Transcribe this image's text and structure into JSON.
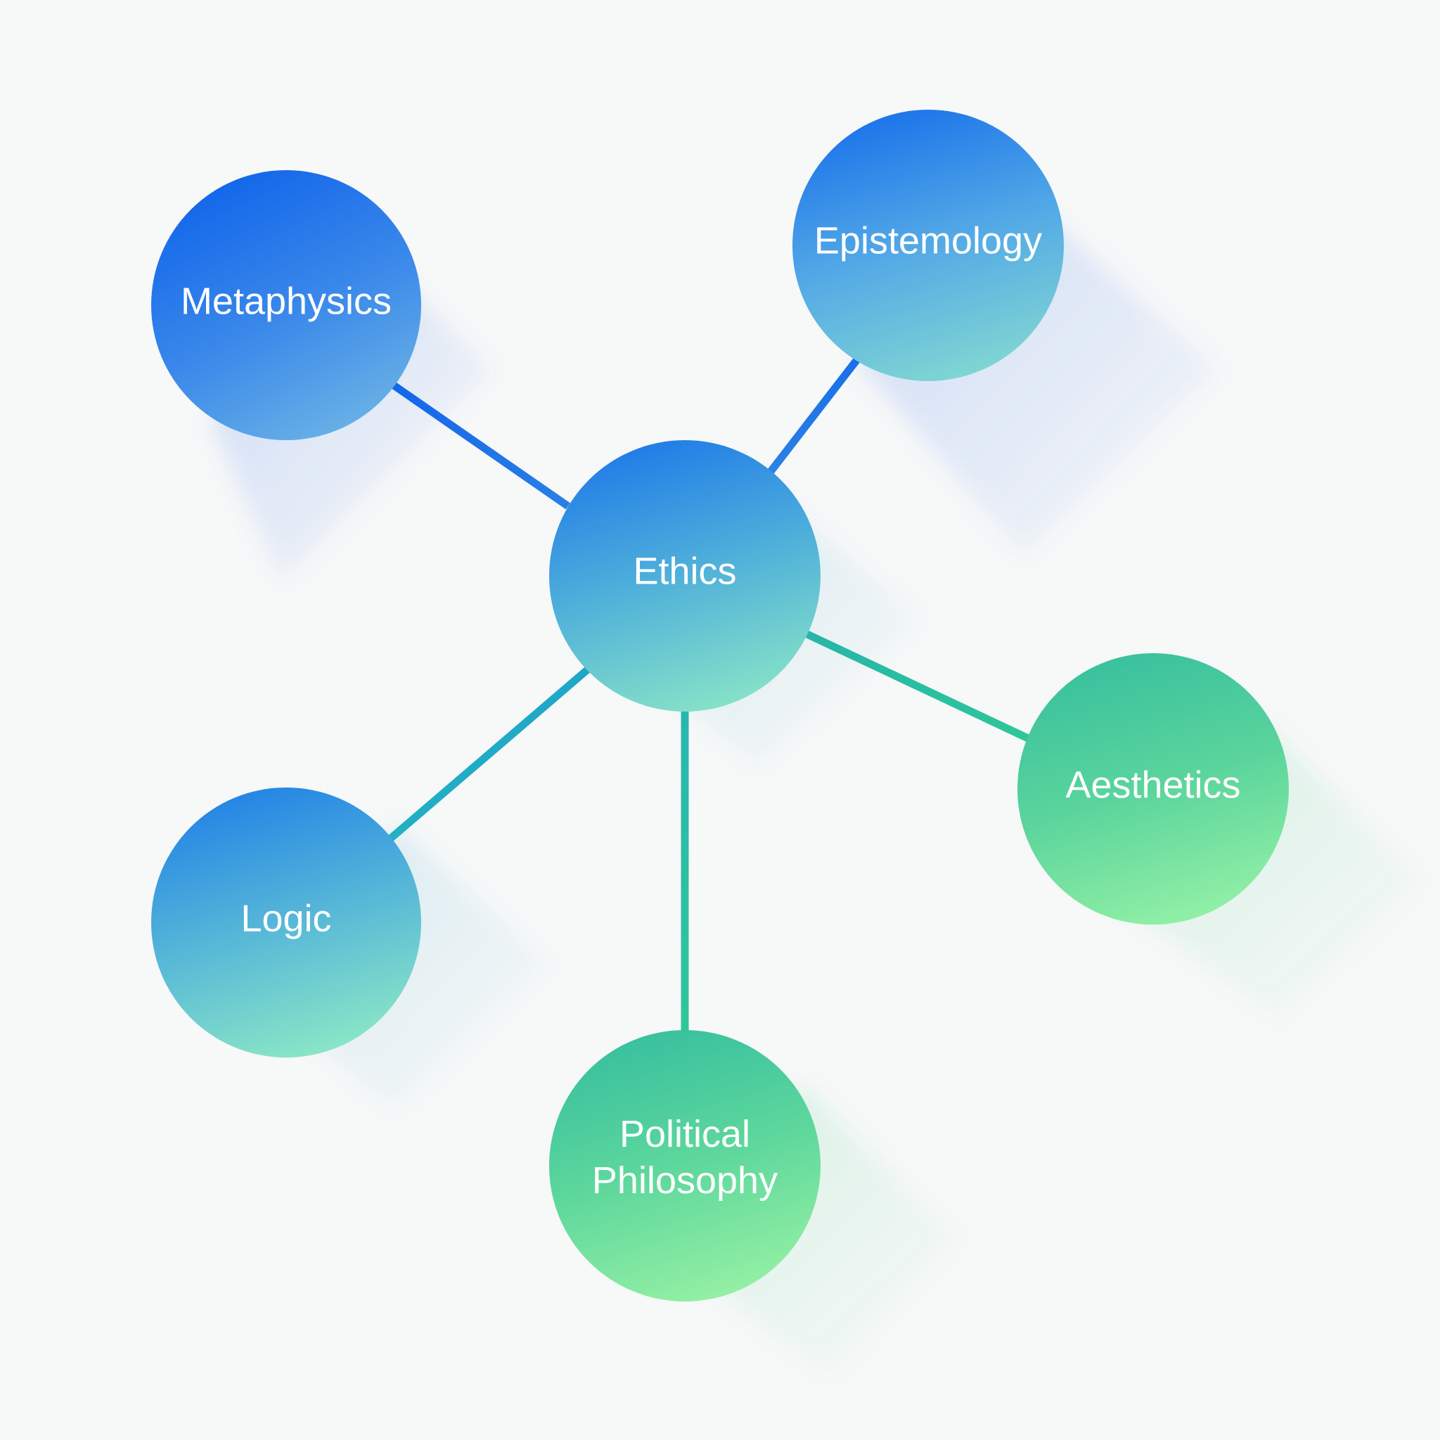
{
  "diagram": {
    "center_node": {
      "id": "ethics",
      "label": "Ethics"
    },
    "nodes": [
      {
        "id": "metaphysics",
        "label": "Metaphysics"
      },
      {
        "id": "epistemology",
        "label": "Epistemology"
      },
      {
        "id": "aesthetics",
        "label": "Aesthetics"
      },
      {
        "id": "logic",
        "label": "Logic"
      },
      {
        "id": "political-philosophy",
        "label": "Political\nPhilosophy"
      }
    ],
    "edges": [
      {
        "from": "ethics",
        "to": "metaphysics"
      },
      {
        "from": "ethics",
        "to": "epistemology"
      },
      {
        "from": "ethics",
        "to": "aesthetics"
      },
      {
        "from": "ethics",
        "to": "logic"
      },
      {
        "from": "ethics",
        "to": "political-philosophy"
      }
    ]
  },
  "colors": {
    "background": "#f7f8f8",
    "blue_deep": "#1565e8",
    "blue_mid": "#3a90e6",
    "teal": "#6cc9d6",
    "green_mid": "#3fc39d",
    "green_light": "#8ceca3",
    "line_blue": "#1a73e8",
    "line_teal": "#1fb0c6",
    "line_green": "#2ec79a"
  }
}
